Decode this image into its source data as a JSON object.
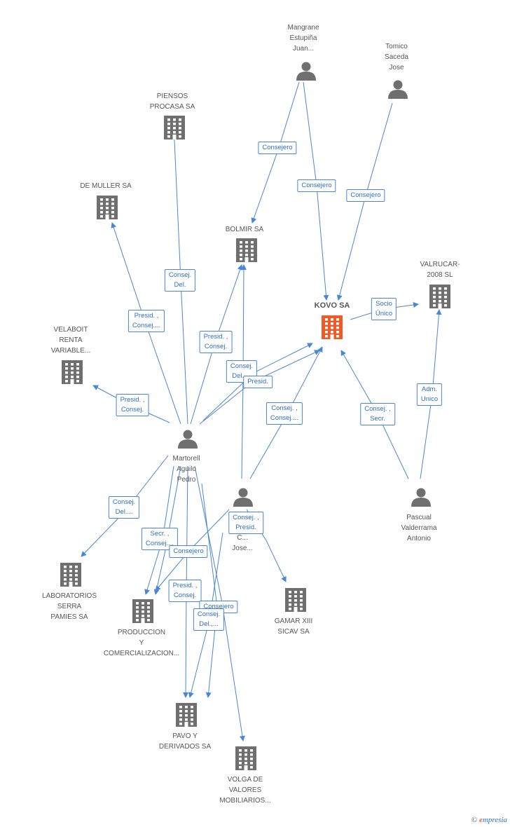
{
  "nodes": {
    "kovo": {
      "type": "company",
      "focus": true,
      "label": [
        "KOVO SA"
      ]
    },
    "mangrane": {
      "type": "person",
      "label": [
        "Mangrane",
        "Estupiña",
        "Juan..."
      ]
    },
    "tomico": {
      "type": "person",
      "label": [
        "Tomico",
        "Saceda",
        "Jose"
      ]
    },
    "piensos": {
      "type": "company",
      "label": [
        "PIENSOS",
        "PROCASA SA"
      ]
    },
    "demuller": {
      "type": "company",
      "label": [
        "DE MULLER SA"
      ]
    },
    "bolmir": {
      "type": "company",
      "label": [
        "BOLMIR SA"
      ]
    },
    "valrucar": {
      "type": "company",
      "label": [
        "VALRUCAR-",
        "2008 SL"
      ]
    },
    "velaboit": {
      "type": "company",
      "label": [
        "VELABOIT",
        "RENTA",
        "VARIABLE..."
      ]
    },
    "martorell": {
      "type": "person",
      "label": [
        "Martorell",
        "Aguilo",
        "Pedro"
      ]
    },
    "jose": {
      "type": "person",
      "label": [
        "C...",
        "Jose..."
      ]
    },
    "pascual": {
      "type": "person",
      "label": [
        "Pascual",
        "Valderrama",
        "Antonio"
      ]
    },
    "laboratorios": {
      "type": "company",
      "label": [
        "LABORATORIOS",
        "SERRA",
        "PAMIES SA"
      ]
    },
    "produccion": {
      "type": "company",
      "label": [
        "PRODUCCION",
        "Y",
        "COMERCIALIZACION..."
      ]
    },
    "gamar": {
      "type": "company",
      "label": [
        "GAMAR XIII",
        "SICAV SA"
      ]
    },
    "pavo": {
      "type": "company",
      "label": [
        "PAVO Y",
        "DERIVADOS SA"
      ]
    },
    "volga": {
      "type": "company",
      "label": [
        "VOLGA DE",
        "VALORES",
        "MOBILIARIOS..."
      ]
    }
  },
  "edge_labels": [
    {
      "id": "e1",
      "lines": [
        "Consejero"
      ]
    },
    {
      "id": "e2",
      "lines": [
        "Consejero"
      ]
    },
    {
      "id": "e3",
      "lines": [
        "Consejero"
      ]
    },
    {
      "id": "e4",
      "lines": [
        "Socio",
        "Único"
      ]
    },
    {
      "id": "e5",
      "lines": [
        "Consej.",
        "Del."
      ]
    },
    {
      "id": "e6",
      "lines": [
        "Presid. ,",
        "Consej...."
      ]
    },
    {
      "id": "e7",
      "lines": [
        "Presid. ,",
        "Consej."
      ]
    },
    {
      "id": "e8",
      "lines": [
        "Consej.",
        "Del.,..."
      ]
    },
    {
      "id": "e9",
      "lines": [
        "Presid."
      ]
    },
    {
      "id": "e10",
      "lines": [
        "Presid. ,",
        "Consej."
      ]
    },
    {
      "id": "e11",
      "lines": [
        "Consej. ,",
        "Consej...."
      ]
    },
    {
      "id": "e12",
      "lines": [
        "Consej. ,",
        "Secr."
      ]
    },
    {
      "id": "e13",
      "lines": [
        "Adm.",
        "Unico"
      ]
    },
    {
      "id": "e14",
      "lines": [
        "Consej.",
        "Del...."
      ]
    },
    {
      "id": "e15",
      "lines": [
        "Secr. ,",
        "Consej...."
      ]
    },
    {
      "id": "e16",
      "lines": [
        "Consej. ,",
        "Presid."
      ]
    },
    {
      "id": "e17",
      "lines": [
        "Consejero"
      ]
    },
    {
      "id": "e18",
      "lines": [
        "Presid. ,",
        "Consej."
      ]
    },
    {
      "id": "e19",
      "lines": [
        "Consejero"
      ]
    },
    {
      "id": "e20",
      "lines": [
        "Consej.",
        "Del.,..."
      ]
    }
  ],
  "footer": {
    "symbol": "©",
    "brand_first": "e",
    "brand_rest": "mpresia"
  },
  "colors": {
    "edge": "#4a86d4",
    "icon": "#6f6f6f",
    "focus": "#f05a28"
  }
}
